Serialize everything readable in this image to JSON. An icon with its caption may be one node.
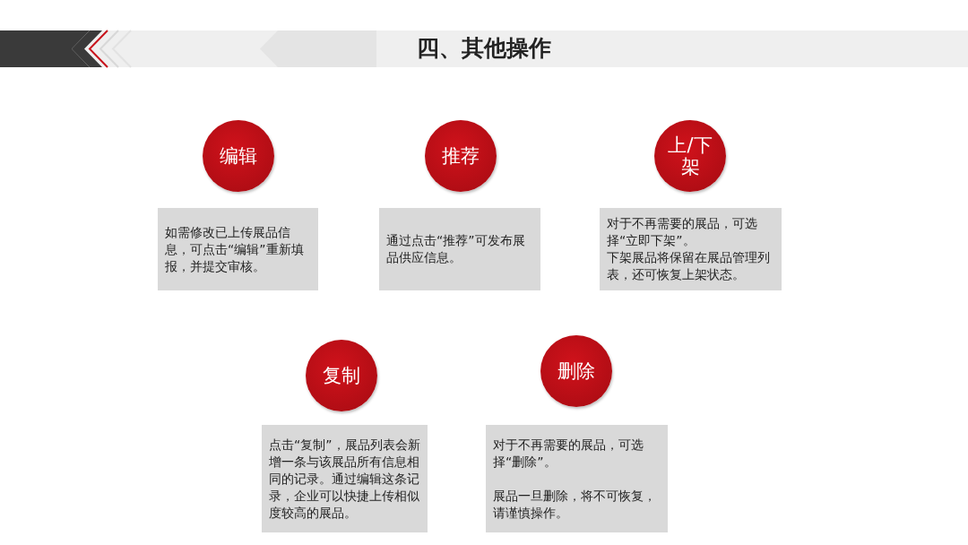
{
  "diagram": {
    "title": "四、其他操作",
    "nodes": [
      {
        "text": [
          "编辑"
        ]
      },
      {
        "text": [
          "推荐"
        ]
      },
      {
        "text": [
          "上/下架"
        ]
      },
      {
        "text": [
          "如需修改已上传展品信息，可点击“编辑”重新填报，并提交审核。"
        ]
      },
      {
        "text": [
          "通过点击“推荐”可发布展品供应信息。"
        ]
      },
      {
        "text": [
          "对于不再需要的展品，可选择“立即下架”。",
          "下架展品将保留在展品管理列表，还可恢复上架状态。"
        ]
      },
      {
        "text": [
          "复制"
        ]
      },
      {
        "text": [
          "删除"
        ]
      },
      {
        "text": [
          "点击“复制”，展品列表会新增一条与该展品所有信息相同的记录。通过编辑这条记录，企业可以快捷上传相似度较高的展品。"
        ]
      },
      {
        "text": [
          "对于不再需要的展品，可选择“删除”。",
          "展品一旦删除，将不可恢复，请谨慎操作。"
        ]
      }
    ],
    "edges": []
  }
}
